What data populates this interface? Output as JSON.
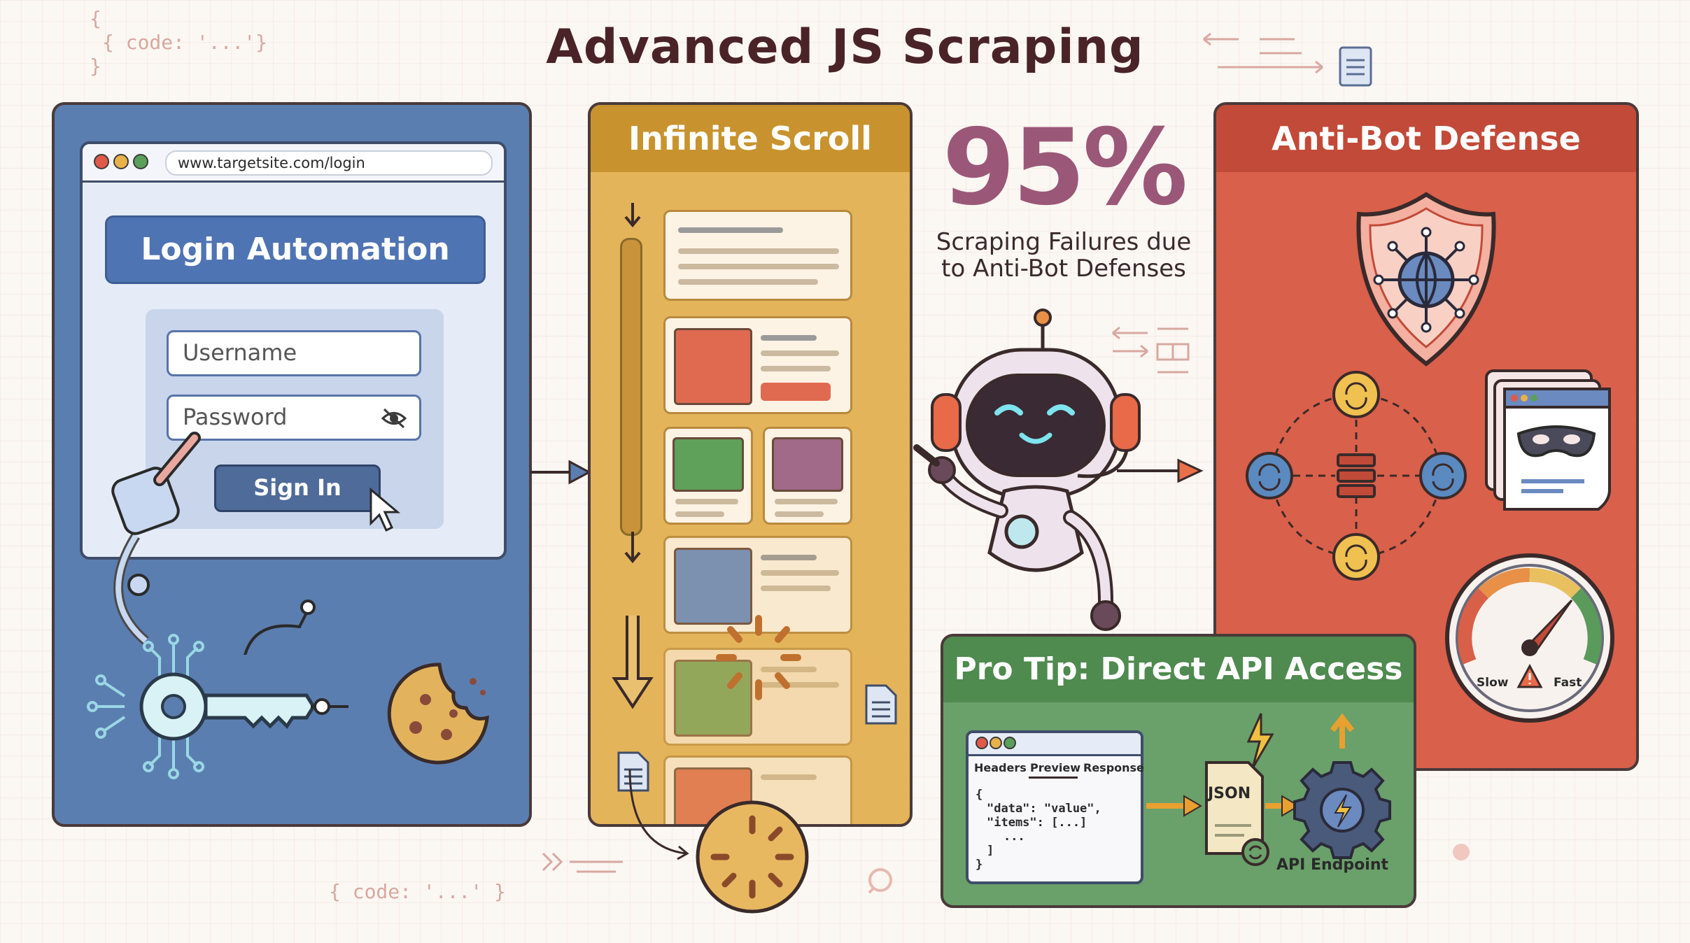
{
  "title": "Advanced JS Scraping",
  "decor": {
    "code_top_line1": "{",
    "code_top_line2": "{ code: '...'}",
    "code_top_line3": "}",
    "code_bottom": "{ code: '...' }"
  },
  "login_panel": {
    "url": "www.targetsite.com/login",
    "banner": "Login Automation",
    "username_placeholder": "Username",
    "password_placeholder": "Password",
    "sign_in_label": "Sign In",
    "icons": [
      "eye-off-icon",
      "robot-hand-icon",
      "cursor-icon",
      "key-icon",
      "cookie-icon"
    ]
  },
  "scroll_panel": {
    "header": "Infinite Scroll",
    "icons": [
      "down-arrow-icon",
      "loading-spinner-icon",
      "document-icon"
    ]
  },
  "stat": {
    "value": "95%",
    "caption_line1": "Scraping Failures due",
    "caption_line2": "to Anti-Bot Defenses"
  },
  "antibot_panel": {
    "header": "Anti-Bot Defense",
    "gauge_slow": "Slow",
    "gauge_fast": "Fast",
    "icons": [
      "shield-globe-icon",
      "proxy-rotation-icon",
      "mask-icon",
      "speedometer-icon"
    ]
  },
  "tip_panel": {
    "header": "Pro Tip: Direct API Access",
    "tabs": [
      "Headers",
      "Preview",
      "Response"
    ],
    "code_lines": [
      "{",
      "\"data\": \"value\",",
      "\"items\": [...]",
      "...",
      "]",
      "}"
    ],
    "json_label": "JSON",
    "endpoint_label": "API Endpoint"
  },
  "colors": {
    "blue_panel": "#5b7eb0",
    "yellow_panel": "#e4b45a",
    "red_panel": "#d9604a",
    "green_panel": "#6aa06a",
    "stat": "#9b5778"
  }
}
